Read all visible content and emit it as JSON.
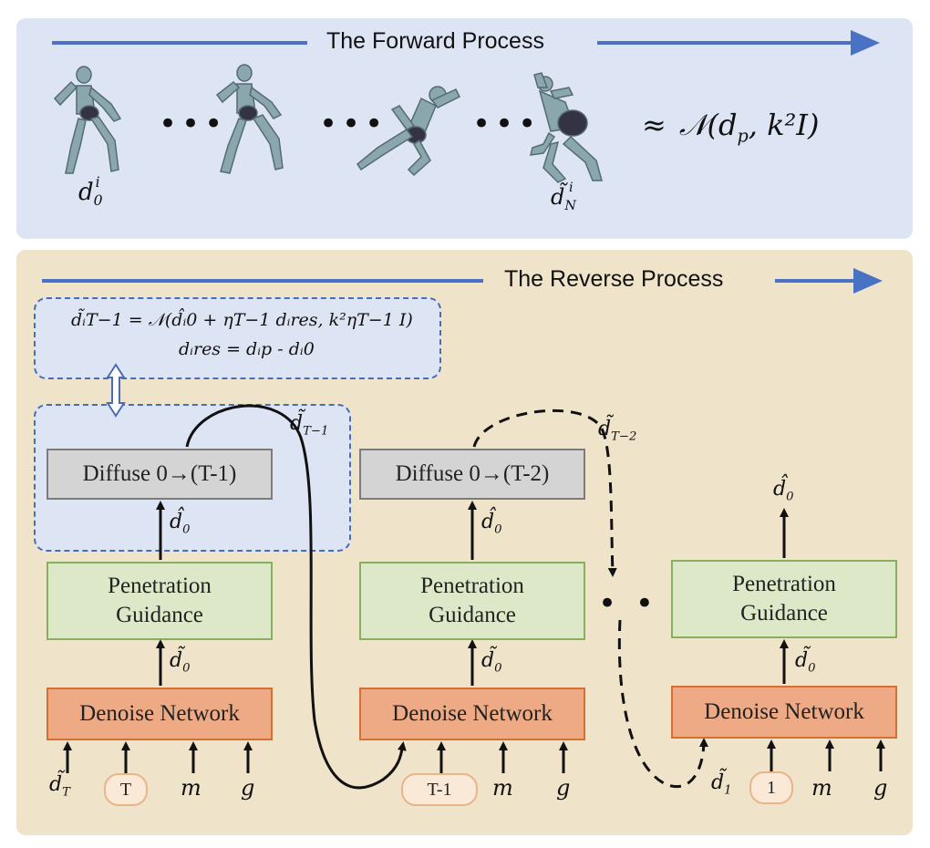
{
  "forward": {
    "title": "The Forward Process",
    "start_label": "d",
    "start_sub": "0",
    "end_label": "d̃",
    "end_sub": "N",
    "sup": "i",
    "approx_lhs": "≈",
    "approx_expr": "𝒩(d",
    "approx_sub": "p",
    "approx_rest": ", k²I)",
    "ellipsis": "•••"
  },
  "reverse": {
    "title": "The Reverse Process",
    "eq_line1": "d̃ᵢT−1 = 𝒩(d̂ᵢ0 + ηT−1 dᵢres, k²ηT−1 I)",
    "eq_line2": "dᵢres = dᵢp - dᵢ0",
    "columns": [
      {
        "diffuse": "Diffuse 0→(T-1)",
        "guidance": "Penetration Guidance",
        "denoise": "Denoise Network",
        "input_d": "d̃",
        "input_d_sub": "T",
        "step": "T",
        "m": "m",
        "g": "g",
        "between_label": "d̂",
        "between_sub": "0",
        "mid_label": "d̃",
        "mid_sub": "0",
        "curve_label": "d̃",
        "curve_sub": "T−1"
      },
      {
        "diffuse": "Diffuse 0→(T-2)",
        "guidance": "Penetration Guidance",
        "denoise": "Denoise Network",
        "step": "T-1",
        "m": "m",
        "g": "g",
        "between_label": "d̂",
        "between_sub": "0",
        "mid_label": "d̃",
        "mid_sub": "0",
        "curve_label": "d̃",
        "curve_sub": "T−2"
      },
      {
        "guidance": "Penetration Guidance",
        "denoise": "Denoise Network",
        "input_d": "d̃",
        "input_d_sub": "1",
        "step": "1",
        "m": "m",
        "g": "g",
        "out_label": "d̂",
        "out_sub": "0",
        "mid_label": "d̃",
        "mid_sub": "0"
      }
    ],
    "ellipsis": "• • •"
  },
  "colors": {
    "arrow_blue": "#4a72c4",
    "forward_bg": "#dde5f5",
    "reverse_bg": "#efe3c9"
  }
}
